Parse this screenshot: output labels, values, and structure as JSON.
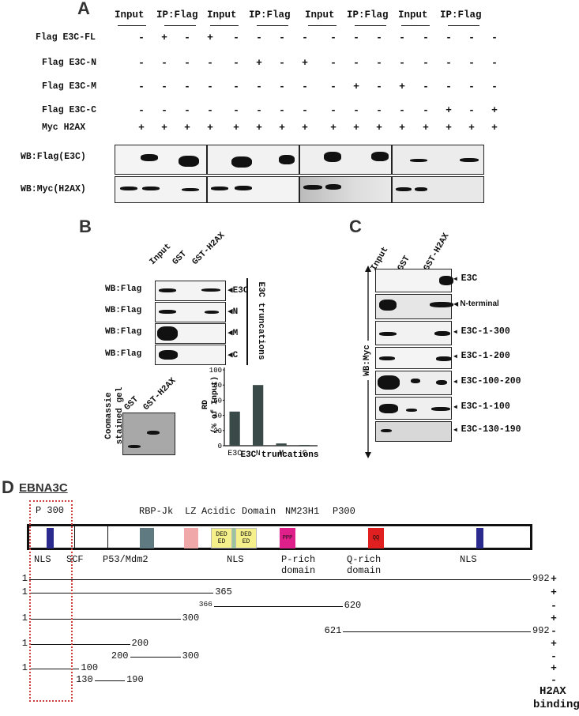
{
  "panel_a": {
    "letter": "A",
    "groups": [
      {
        "input": "Input",
        "ip": "IP:Flag"
      },
      {
        "input": "Input",
        "ip": "IP:Flag"
      },
      {
        "input": "Input",
        "ip": "IP:Flag"
      },
      {
        "input": "Input",
        "ip": "IP:Flag"
      }
    ],
    "rows": [
      {
        "label": "Flag E3C-FL",
        "signs": [
          "-",
          "+",
          "-",
          "+",
          "-",
          "-",
          "-",
          "-",
          "-",
          "-",
          "-",
          "-",
          "-",
          "-",
          "-",
          "-"
        ]
      },
      {
        "label": "Flag E3C-N",
        "signs": [
          "-",
          "-",
          "-",
          "-",
          "-",
          "+",
          "-",
          "+",
          "-",
          "-",
          "-",
          "-",
          "-",
          "-",
          "-",
          "-"
        ]
      },
      {
        "label": "Flag E3C-M",
        "signs": [
          "-",
          "-",
          "-",
          "-",
          "-",
          "-",
          "-",
          "-",
          "-",
          "+",
          "-",
          "+",
          "-",
          "-",
          "-",
          "-"
        ]
      },
      {
        "label": "Flag E3C-C",
        "signs": [
          "-",
          "-",
          "-",
          "-",
          "-",
          "-",
          "-",
          "-",
          "-",
          "-",
          "-",
          "-",
          "-",
          "+",
          "-",
          "+"
        ]
      },
      {
        "label": "Myc H2AX",
        "signs": [
          "+",
          "+",
          "+",
          "+",
          "+",
          "+",
          "+",
          "+",
          "+",
          "+",
          "+",
          "+",
          "+",
          "+",
          "+",
          "+"
        ]
      }
    ],
    "wb1": "WB:Flag(E3C)",
    "wb2": "WB:Myc(H2AX)"
  },
  "panel_b": {
    "letter": "B",
    "lanes": [
      "Input",
      "GST",
      "GST-H2AX"
    ],
    "blots": [
      {
        "wb": "WB:Flag",
        "tag": "E3C"
      },
      {
        "wb": "WB:Flag",
        "tag": "N"
      },
      {
        "wb": "WB:Flag",
        "tag": "M"
      },
      {
        "wb": "WB:Flag",
        "tag": "C"
      }
    ],
    "truncations_label": "E3C truncations",
    "coomassie_line1": "Coomassie",
    "coomassie_line2": "stained gel",
    "gel_lanes": [
      "GST",
      "GST-H2AX"
    ]
  },
  "chart_data": {
    "type": "bar",
    "categories": [
      "E3C",
      "N",
      "M",
      "C"
    ],
    "values": [
      45,
      80,
      3,
      1
    ],
    "ylabel_line1": "RD",
    "ylabel_line2": "(% of Input)",
    "xlabel": "E3C truncations",
    "yticks": [
      "0",
      "20",
      "40",
      "60",
      "80",
      "100"
    ],
    "ylim": [
      0,
      100
    ],
    "bar_color": "#3a4a48"
  },
  "panel_c": {
    "letter": "C",
    "lanes": [
      "Input",
      "GST",
      "GST-H2AX"
    ],
    "axis_label": "WB:Myc",
    "blots": [
      "E3C",
      "N-terminal",
      "E3C-1-300",
      "E3C-1-200",
      "E3C-100-200",
      "E3C-1-100",
      "E3C-130-190"
    ]
  },
  "panel_d": {
    "letter": "D",
    "title": "EBNA3C",
    "top_labels": {
      "p300a": "P 300",
      "rbp": "RBP-Jk",
      "lz": "LZ",
      "acidic": "Acidic",
      "domain": "Domain",
      "nm23": "NM23H1",
      "p300b": "P300"
    },
    "box_labels": {
      "ded": "DED",
      "ed": "ED",
      "ppp": "PPP",
      "qq": "QQ"
    },
    "bottom_labels": {
      "nls1": "NLS",
      "scf": "SCF",
      "p53": "P53/Mdm2",
      "nls2": "NLS",
      "prich1": "P-rich",
      "prich2": "domain",
      "qrich1": "Q-rich",
      "qrich2": "domain",
      "nls3": "NLS"
    },
    "fragments": [
      {
        "start": "1",
        "end": "992",
        "binding": "+"
      },
      {
        "start": "1",
        "end": "365",
        "binding": "+"
      },
      {
        "start": "366",
        "end": "620",
        "binding": "-"
      },
      {
        "start": "1",
        "end": "300",
        "binding": "+"
      },
      {
        "start": "621",
        "end": "992",
        "binding": "-"
      },
      {
        "start": "1",
        "end": "200",
        "binding": "+"
      },
      {
        "start": "200",
        "end": "300",
        "binding": "-"
      },
      {
        "start": "1",
        "end": "100",
        "binding": "+"
      },
      {
        "start": "130",
        "end": "190",
        "binding": "-"
      }
    ],
    "binding_line1": "H2AX",
    "binding_line2": "binding",
    "colors": {
      "nls": "#2a2a8f",
      "rbp": "#5f7a80",
      "lz": "#f0a8a8",
      "acidic": "#f5f08a",
      "ppp": "#e0208a",
      "qq": "#e02020",
      "dotted": "#d04040"
    }
  }
}
